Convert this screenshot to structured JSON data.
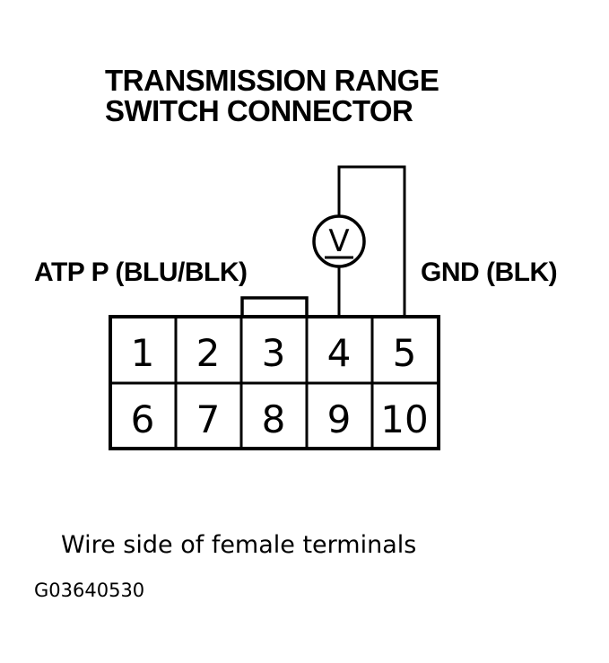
{
  "title": {
    "line1": "TRANSMISSION RANGE",
    "line2": "SWITCH CONNECTOR"
  },
  "labels": {
    "left_wire": "ATP P (BLU/BLK)",
    "right_wire": "GND (BLK)"
  },
  "meter": {
    "icon": "voltmeter-icon",
    "symbol": "V"
  },
  "connector": {
    "rows": [
      [
        "1",
        "2",
        "3",
        "4",
        "5"
      ],
      [
        "6",
        "7",
        "8",
        "9",
        "10"
      ]
    ]
  },
  "caption": "Wire side of female terminals",
  "figure_id": "G03640530"
}
